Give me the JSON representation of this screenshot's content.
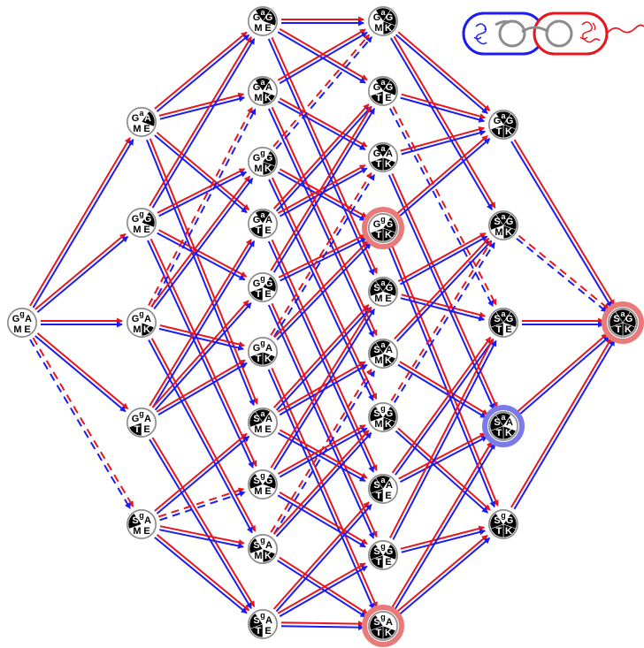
{
  "colors": {
    "red": "#e8161c",
    "blue": "#1c1cf0",
    "dark": "#000000",
    "light": "#ffffff",
    "node_ring": "#8c8c8c",
    "highlight_red": "#e87a7a",
    "highlight_blue": "#7a7ae8"
  },
  "icon_names": [
    "plasmid-pair-icon",
    "blue-protein-icon",
    "red-protein-icon"
  ],
  "nodes": [
    {
      "id": "n0",
      "tl": "G",
      "sup": "g",
      "tr": "A",
      "bl": "M",
      "br": "E",
      "dark": []
    },
    {
      "id": "n1",
      "tl": "G",
      "sup": "a",
      "tr": "A",
      "bl": "M",
      "br": "E",
      "dark": [
        "tr"
      ]
    },
    {
      "id": "n2",
      "tl": "G",
      "sup": "g",
      "tr": "G",
      "bl": "M",
      "br": "E",
      "dark": [
        "tr"
      ]
    },
    {
      "id": "n3",
      "tl": "G",
      "sup": "g",
      "tr": "A",
      "bl": "M",
      "br": "K",
      "dark": [
        "br"
      ]
    },
    {
      "id": "n4",
      "tl": "G",
      "sup": "g",
      "tr": "A",
      "bl": "T",
      "br": "E",
      "dark": [
        "bl"
      ]
    },
    {
      "id": "n5",
      "tl": "S",
      "sup": "g",
      "tr": "A",
      "bl": "M",
      "br": "E",
      "dark": [
        "tl"
      ]
    },
    {
      "id": "n6",
      "tl": "G",
      "sup": "a",
      "tr": "G",
      "bl": "M",
      "br": "E",
      "dark": [
        "tr",
        "sup"
      ]
    },
    {
      "id": "n7",
      "tl": "G",
      "sup": "a",
      "tr": "A",
      "bl": "M",
      "br": "K",
      "dark": [
        "sup",
        "br"
      ]
    },
    {
      "id": "n8",
      "tl": "G",
      "sup": "g",
      "tr": "G",
      "bl": "M",
      "br": "K",
      "dark": [
        "tr",
        "br"
      ]
    },
    {
      "id": "n9",
      "tl": "G",
      "sup": "a",
      "tr": "A",
      "bl": "T",
      "br": "E",
      "dark": [
        "sup",
        "bl"
      ]
    },
    {
      "id": "n10",
      "tl": "G",
      "sup": "g",
      "tr": "G",
      "bl": "T",
      "br": "E",
      "dark": [
        "tr",
        "bl"
      ]
    },
    {
      "id": "n11",
      "tl": "G",
      "sup": "g",
      "tr": "A",
      "bl": "T",
      "br": "K",
      "dark": [
        "bl",
        "br"
      ]
    },
    {
      "id": "n12",
      "tl": "S",
      "sup": "a",
      "tr": "A",
      "bl": "M",
      "br": "E",
      "dark": [
        "tl",
        "sup"
      ]
    },
    {
      "id": "n13",
      "tl": "S",
      "sup": "g",
      "tr": "G",
      "bl": "M",
      "br": "E",
      "dark": [
        "tl",
        "tr"
      ]
    },
    {
      "id": "n14",
      "tl": "S",
      "sup": "g",
      "tr": "A",
      "bl": "M",
      "br": "K",
      "dark": [
        "tl",
        "br"
      ]
    },
    {
      "id": "n15",
      "tl": "S",
      "sup": "g",
      "tr": "A",
      "bl": "T",
      "br": "E",
      "dark": [
        "tl",
        "bl"
      ]
    },
    {
      "id": "n16",
      "tl": "G",
      "sup": "a",
      "tr": "G",
      "bl": "M",
      "br": "K",
      "dark": [
        "sup",
        "tr",
        "br"
      ]
    },
    {
      "id": "n17",
      "tl": "G",
      "sup": "a",
      "tr": "G",
      "bl": "T",
      "br": "E",
      "dark": [
        "sup",
        "tr",
        "bl"
      ]
    },
    {
      "id": "n18",
      "tl": "G",
      "sup": "a",
      "tr": "A",
      "bl": "T",
      "br": "K",
      "dark": [
        "sup",
        "bl",
        "br"
      ]
    },
    {
      "id": "n19",
      "tl": "G",
      "sup": "g",
      "tr": "G",
      "bl": "T",
      "br": "K",
      "dark": [
        "tr",
        "bl",
        "br"
      ],
      "highlight": "red"
    },
    {
      "id": "n20",
      "tl": "S",
      "sup": "a",
      "tr": "G",
      "bl": "M",
      "br": "E",
      "dark": [
        "tl",
        "sup",
        "tr"
      ]
    },
    {
      "id": "n21",
      "tl": "S",
      "sup": "a",
      "tr": "A",
      "bl": "M",
      "br": "K",
      "dark": [
        "tl",
        "sup",
        "br"
      ]
    },
    {
      "id": "n22",
      "tl": "S",
      "sup": "g",
      "tr": "G",
      "bl": "M",
      "br": "K",
      "dark": [
        "tl",
        "tr",
        "br"
      ]
    },
    {
      "id": "n23",
      "tl": "S",
      "sup": "a",
      "tr": "A",
      "bl": "T",
      "br": "E",
      "dark": [
        "tl",
        "sup",
        "bl"
      ]
    },
    {
      "id": "n24",
      "tl": "S",
      "sup": "g",
      "tr": "G",
      "bl": "T",
      "br": "E",
      "dark": [
        "tl",
        "tr",
        "bl"
      ]
    },
    {
      "id": "n25",
      "tl": "S",
      "sup": "g",
      "tr": "A",
      "bl": "T",
      "br": "K",
      "dark": [
        "tl",
        "bl",
        "br"
      ],
      "highlight": "red"
    },
    {
      "id": "n26",
      "tl": "G",
      "sup": "a",
      "tr": "G",
      "bl": "T",
      "br": "K",
      "dark": [
        "sup",
        "tr",
        "bl",
        "br"
      ]
    },
    {
      "id": "n27",
      "tl": "S",
      "sup": "a",
      "tr": "G",
      "bl": "M",
      "br": "K",
      "dark": [
        "tl",
        "sup",
        "tr",
        "br"
      ]
    },
    {
      "id": "n28",
      "tl": "S",
      "sup": "a",
      "tr": "G",
      "bl": "T",
      "br": "E",
      "dark": [
        "tl",
        "sup",
        "tr",
        "bl"
      ]
    },
    {
      "id": "n29",
      "tl": "S",
      "sup": "a",
      "tr": "A",
      "bl": "T",
      "br": "K",
      "dark": [
        "tl",
        "sup",
        "bl",
        "br"
      ],
      "highlight": "blue"
    },
    {
      "id": "n30",
      "tl": "S",
      "sup": "g",
      "tr": "G",
      "bl": "T",
      "br": "K",
      "dark": [
        "tl",
        "tr",
        "bl",
        "br"
      ]
    },
    {
      "id": "n31",
      "tl": "S",
      "sup": "a",
      "tr": "G",
      "bl": "T",
      "br": "K",
      "dark": [
        "tl",
        "sup",
        "tr",
        "bl",
        "br"
      ],
      "highlight": "red"
    }
  ]
}
